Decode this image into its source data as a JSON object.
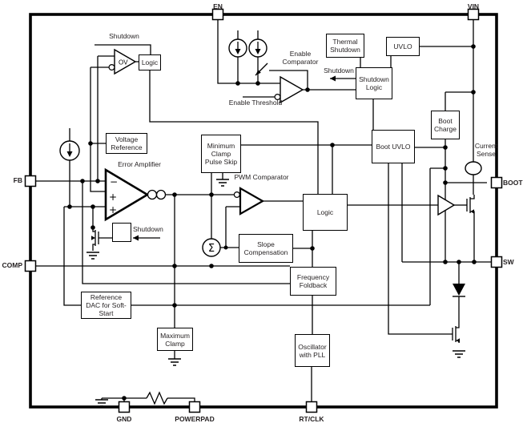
{
  "pins": {
    "en": "EN",
    "vin": "VIN",
    "fb": "FB",
    "comp": "COMP",
    "boot": "BOOT",
    "sw": "SW",
    "gnd": "GND",
    "powerpad": "POWERPAD",
    "rt_clk": "RT/CLK"
  },
  "blocks": {
    "logic_top": "Logic",
    "thermal_shutdown": "Thermal Shutdown",
    "uvlo": "UVLO",
    "shutdown_logic": "Shutdown Logic",
    "boot_charge": "Boot Charge",
    "boot_uvlo": "Boot UVLO",
    "voltage_reference": "Voltage Reference",
    "minimum_clamp": "Minimum Clamp Pulse Skip",
    "logic_main": "Logic",
    "slope_compensation": "Slope Compensation",
    "frequency_foldback": "Frequency Foldback",
    "reference_dac": "Reference DAC for Soft-Start",
    "maximum_clamp": "Maximum Clamp",
    "oscillator": "Oscillator with PLL"
  },
  "labels": {
    "shutdown_top": "Shutdown",
    "enable_comparator": "Enable Comparator",
    "enable_threshold": "Enable Threshold",
    "shutdown_signal": "Shutdown",
    "shutdown_ea": "Shutdown",
    "error_amplifier": "Error Amplifier",
    "pwm_comparator": "PWM Comparator",
    "current_sense": "Current Sense",
    "ov": "OV",
    "sigma": "Σ",
    "minus": "−",
    "plus": "+"
  },
  "colors": {
    "line": "#000000",
    "background": "#ffffff"
  }
}
